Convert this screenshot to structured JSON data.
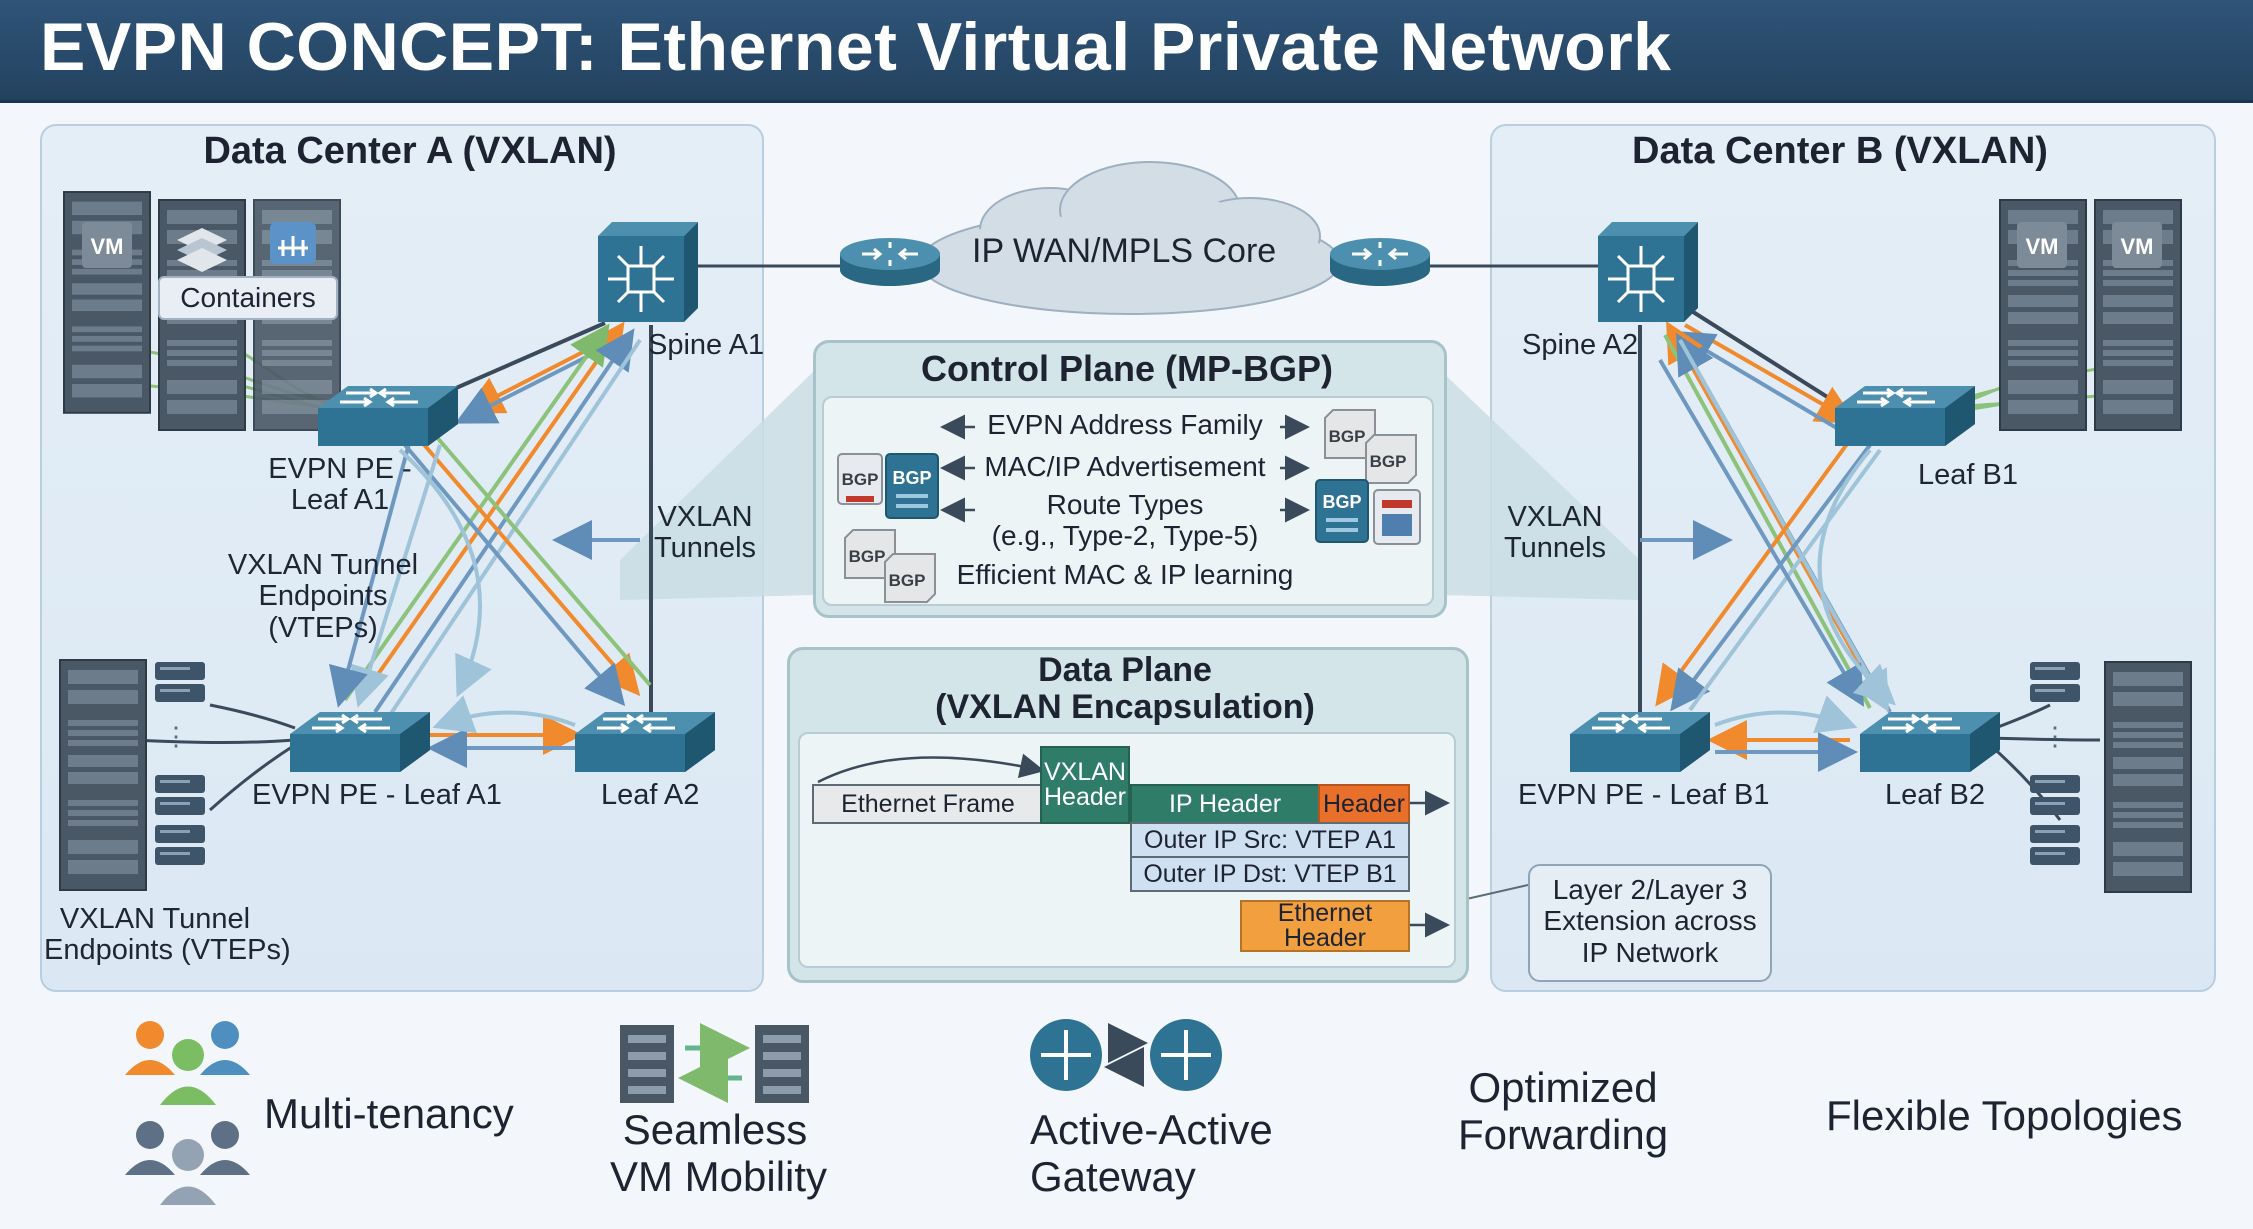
{
  "header": {
    "title": "EVPN CONCEPT: Ethernet Virtual Private Network"
  },
  "dc_a": {
    "title": "Data Center A (VXLAN)",
    "containers_label": "Containers",
    "vm_label": "VM",
    "spine_label": "Spine A1",
    "pe_top_label": "EVPN PE -\nLeaf A1",
    "vtep_mid_label": "VXLAN Tunnel\nEndpoints\n(VTEPs)",
    "tunnels_label": "VXLAN\nTunnels",
    "pe_bottom_label": "EVPN PE - Leaf A1",
    "leaf_a2_label": "Leaf A2",
    "vtep_bottom_label": "VXLAN Tunnel\nEndpoints (VTEPs)"
  },
  "dc_b": {
    "title": "Data Center B (VXLAN)",
    "vm_label": "VM",
    "spine_label": "Spine A2",
    "leaf_b1_label": "Leaf B1",
    "tunnels_label": "VXLAN\nTunnels",
    "pe_label": "EVPN PE - Leaf B1",
    "leaf_b2_label": "Leaf B2"
  },
  "wan": {
    "label": "IP WAN/MPLS Core"
  },
  "control_plane": {
    "title": "Control Plane (MP-BGP)",
    "rows": [
      "EVPN Address Family",
      "MAC/IP Advertisement",
      "Route Types\n(e.g., Type-2, Type-5)",
      "Efficient MAC & IP learning"
    ],
    "bgp_label": "BGP"
  },
  "data_plane": {
    "title": "Data Plane\n(VXLAN Encapsulation)",
    "ethernet_frame": "Ethernet Frame",
    "vxlan_header": "VXLAN\nHeader",
    "ip_header": "IP Header",
    "header": "Header",
    "outer_src": "Outer IP Src: VTEP A1",
    "outer_dst": "Outer IP Dst: VTEP B1",
    "ethernet_header": "Ethernet\nHeader"
  },
  "callout": {
    "text": "Layer 2/Layer 3\nExtension across\nIP Network"
  },
  "features": [
    {
      "label": "Multi-tenancy",
      "icon": "people-icon"
    },
    {
      "label": "Seamless\nVM Mobility",
      "icon": "server-migration-icon"
    },
    {
      "label": "Active-Active\nGateway",
      "icon": "router-pair-icon"
    },
    {
      "label": "Optimized\nForwarding",
      "icon": ""
    },
    {
      "label": "Flexible Topologies",
      "icon": ""
    }
  ],
  "colors": {
    "header_bg": "#2b4d6f",
    "device_blue": "#2e6883",
    "orange_link": "#f08a2c",
    "green_link": "#8cc27a",
    "blue_link": "#6e98bf",
    "vxlan_green": "#2f7c68",
    "header_orange": "#e8702a",
    "ethernet_orange": "#f2a03f"
  }
}
